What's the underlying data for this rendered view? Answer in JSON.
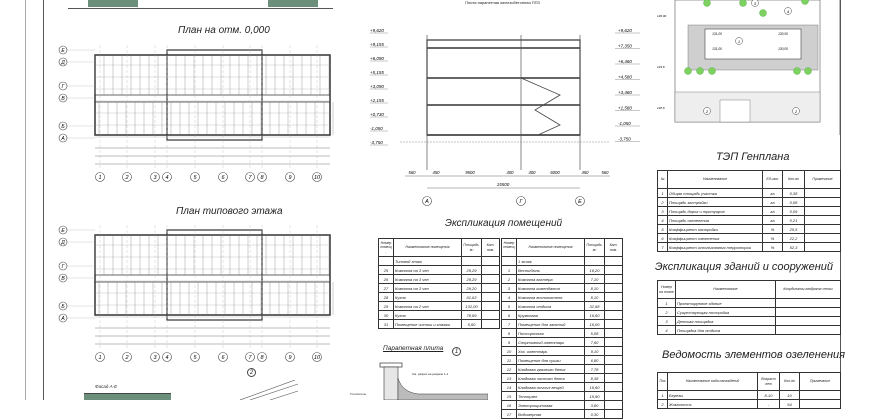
{
  "plan_ground": {
    "title": "План на отм. 0,000"
  },
  "plan_typical": {
    "title": "План типового этажа"
  },
  "plan_axes_num": [
    "1",
    "2",
    "3",
    "4",
    "5",
    "6",
    "7",
    "8",
    "9",
    "10"
  ],
  "plan_axes_let": [
    "Е",
    "Д",
    "Г",
    "В",
    "Б",
    "А"
  ],
  "section": {
    "note": "Плита парапетная железобетонная ППЗ",
    "levels_left": [
      "+9,620",
      "+9,155",
      "+6,090",
      "+5,155",
      "+3,090",
      "+2,155",
      "+0,730",
      "-1,050",
      "-3,750"
    ],
    "levels_right": [
      "+9,620",
      "+7,350",
      "+6,460",
      "+4,580",
      "+3,460",
      "+1,580",
      "-1,050",
      "-3,750"
    ],
    "dims": [
      "560",
      "450",
      "9500",
      "400",
      "400",
      "6000",
      "450",
      "560"
    ],
    "total_dim": "15500",
    "axes": [
      "А",
      "Г",
      "Е"
    ]
  },
  "callouts": {
    "node1": "1",
    "node2": "2"
  },
  "parapet": {
    "title": "Парапетная плита",
    "note": "См. разрез на разрезе 1-1",
    "label": "Утеплитель"
  },
  "facade": {
    "title": "Фасад А-Е"
  },
  "explication": {
    "title": "Экспликация помещений",
    "headers": [
      "Номер помещ.",
      "Наименование помещения",
      "Площадь, м²",
      "Кат. пом."
    ],
    "left": {
      "group": "Типовой этаж",
      "rows": [
        [
          "25",
          "Комната на 3 чел",
          "29,29"
        ],
        [
          "26",
          "Комната на 3 чел",
          "29,29"
        ],
        [
          "27",
          "Комната на 3 чел",
          "29,20"
        ],
        [
          "28",
          "Кухня",
          "61,63"
        ],
        [
          "29",
          "Комната на 2 чел",
          "132,00"
        ],
        [
          "30",
          "Кухня",
          "78,89"
        ],
        [
          "31",
          "Помещение чистки и глажки",
          "5,60"
        ]
      ]
    },
    "right": {
      "group": "1 этаж",
      "rows": [
        [
          "1",
          "Вестибюль",
          "16,20"
        ],
        [
          "2",
          "Комната вахтера",
          "7,10"
        ],
        [
          "3",
          "Комната коменданта",
          "8,10"
        ],
        [
          "4",
          "Комната воспитателя",
          "8,10"
        ],
        [
          "5",
          "Комната отдыха",
          "32,68"
        ],
        [
          "6",
          "Кружковая",
          "16,60"
        ],
        [
          "7",
          "Помещение для занятий",
          "16,00"
        ],
        [
          "8",
          "Постирочная",
          "5,08"
        ],
        [
          "9",
          "Спортивный инвентарь",
          "7,60"
        ],
        [
          "10",
          "Хоз. инвентарь",
          "9,10"
        ],
        [
          "11",
          "Помещение для сушки",
          "6,80"
        ],
        [
          "12",
          "Кладовая грязного белья",
          "7,78"
        ],
        [
          "13",
          "Кладовая чистого белья",
          "8,38"
        ],
        [
          "14",
          "Кладовая личных вещей",
          "19,60"
        ],
        [
          "15",
          "Теплоузел",
          "15,90"
        ],
        [
          "16",
          "Электрощитовая",
          "3,80"
        ],
        [
          "17",
          "Водомерная",
          "0,30"
        ]
      ]
    }
  },
  "tep": {
    "title": "ТЭП Генплана",
    "headers": [
      "№",
      "Наименование",
      "Ед.изм.",
      "Кол-во",
      "Примечание"
    ],
    "rows": [
      [
        "1",
        "Общая площадь участка",
        "га",
        "0,38"
      ],
      [
        "2",
        "Площадь застройки",
        "га",
        "0,08"
      ],
      [
        "3",
        "Площадь дорог и тротуаров",
        "га",
        "0,09"
      ],
      [
        "4",
        "Площадь озеленения",
        "га",
        "0,21"
      ],
      [
        "5",
        "Коэффициент застройки",
        "%",
        "25,5"
      ],
      [
        "6",
        "Коэффициент озеленения",
        "%",
        "22,2"
      ],
      [
        "7",
        "Коэффициент использования территории",
        "%",
        "52,3"
      ]
    ]
  },
  "buildings": {
    "title": "Экспликация зданий и сооружений",
    "headers": [
      "Номер на плане",
      "Наименование",
      "Координаты квадрата сетки"
    ],
    "rows": [
      [
        "1",
        "Проектируемое здание"
      ],
      [
        "2",
        "Существующая постройка"
      ],
      [
        "3",
        "Детская площадка"
      ],
      [
        "4",
        "Площадка для отдыха"
      ]
    ]
  },
  "greenery": {
    "title": "Ведомость элементов озеленения",
    "headers": [
      "Поз",
      "Наименование вида насаждений",
      "Возраст лет",
      "Кол-во",
      "Примечание"
    ],
    "rows": [
      [
        "1",
        "Березы",
        "8-10",
        "10"
      ],
      [
        "2",
        "Жимолость",
        "-",
        "54"
      ]
    ]
  },
  "siteplan": {
    "marks": [
      "1",
      "2",
      "3",
      "4"
    ],
    "levels": [
      "130,00",
      "129,8",
      "128,8"
    ],
    "elev": [
      "131,00",
      "131,00",
      "130,00",
      "130,00"
    ]
  },
  "colors": {
    "green": "#7fd15f",
    "hatch": "#cfcfcf",
    "line": "#333333"
  }
}
